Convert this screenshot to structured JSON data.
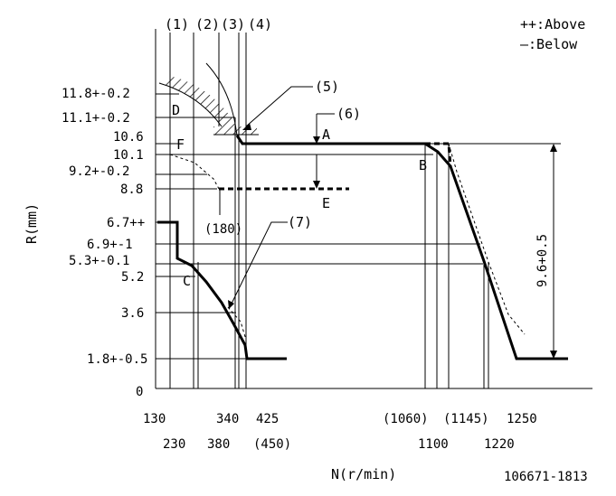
{
  "legend": {
    "above": "++:Above",
    "below": "—:Below"
  },
  "markers": [
    "(1)",
    "(2)",
    "(3)",
    "(4)",
    "(5)",
    "(6)",
    "(7)"
  ],
  "points": [
    "A",
    "B",
    "C",
    "D",
    "E",
    "F"
  ],
  "y_axis": {
    "label": "R(mm)",
    "ticks": [
      "11.8+-0.2",
      "11.1+-0.2",
      "10.6",
      "10.1",
      "9.2+-0.2",
      "8.8",
      "6.7++",
      "6.9+-1",
      "5.3+-0.1",
      "5.2",
      "3.6",
      "1.8+-0.5",
      "0"
    ]
  },
  "x_axis": {
    "label": "N(r/min)",
    "ticks_upper": [
      "130",
      "340",
      "425",
      "(1060)",
      "(1145)",
      "1250"
    ],
    "ticks_lower": [
      "230",
      "380",
      "(450)",
      "1100",
      "1220"
    ]
  },
  "annotations": {
    "n180": "(180)",
    "span": "9.6+0.5",
    "part_no": "106671-1813"
  }
}
